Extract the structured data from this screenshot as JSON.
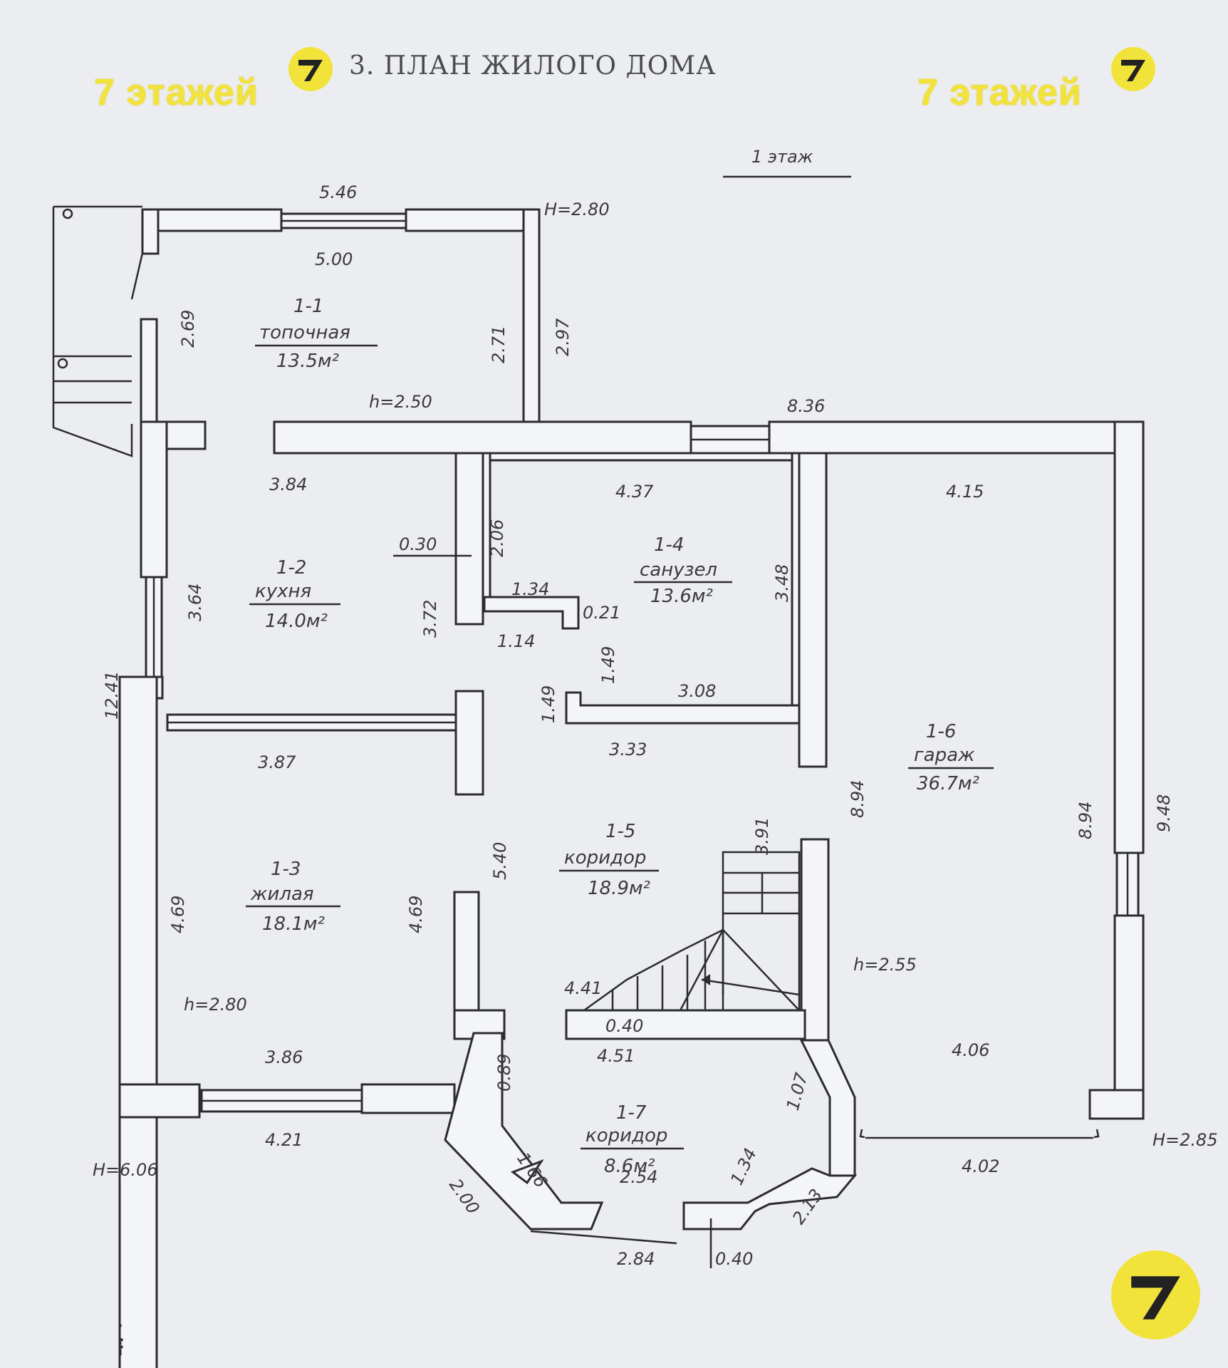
{
  "title": "3. ПЛАН ЖИЛОГО ДОМА",
  "floor": "1 этаж",
  "watermark": {
    "text": "7 этажей",
    "color": "#f2e33a"
  },
  "rooms": [
    {
      "id": "1-1",
      "name": "топочная",
      "area": "13.5м²"
    },
    {
      "id": "1-2",
      "name": "кухня",
      "area": "14.0м²"
    },
    {
      "id": "1-3",
      "name": "жилая",
      "area": "18.1м²"
    },
    {
      "id": "1-4",
      "name": "санузел",
      "area": "13.6м²"
    },
    {
      "id": "1-5",
      "name": "коридор",
      "area": "18.9м²"
    },
    {
      "id": "1-6",
      "name": "гараж",
      "area": "36.7м²"
    },
    {
      "id": "1-7",
      "name": "коридор",
      "area": "8.6м²"
    }
  ],
  "dimensions": [
    "5.46",
    "H=2.80",
    "5.00",
    "2.69",
    "2.71",
    "2.97",
    "h=2.50",
    "8.36",
    "3.84",
    "0.30",
    "2.06",
    "4.37",
    "4.15",
    "3.64",
    "3.72",
    "1.34",
    "0.21",
    "3.48",
    "1.14",
    "1.49",
    "1.49",
    "3.08",
    "12.41",
    "3.33",
    "3.87",
    "8.94",
    "8.94",
    "9.48",
    "3.91",
    "5.40",
    "4.69",
    "4.69",
    "h=2.55",
    "4.41",
    "0.40",
    "h=2.80",
    "4.51",
    "3.86",
    "4.06",
    "0.89",
    "1.07",
    "4.21",
    "1.66",
    "H=2.85",
    "H=6.06",
    "1.34",
    "4.02",
    "2.54",
    "2.00",
    "2.13",
    "2.84",
    "0.40"
  ]
}
